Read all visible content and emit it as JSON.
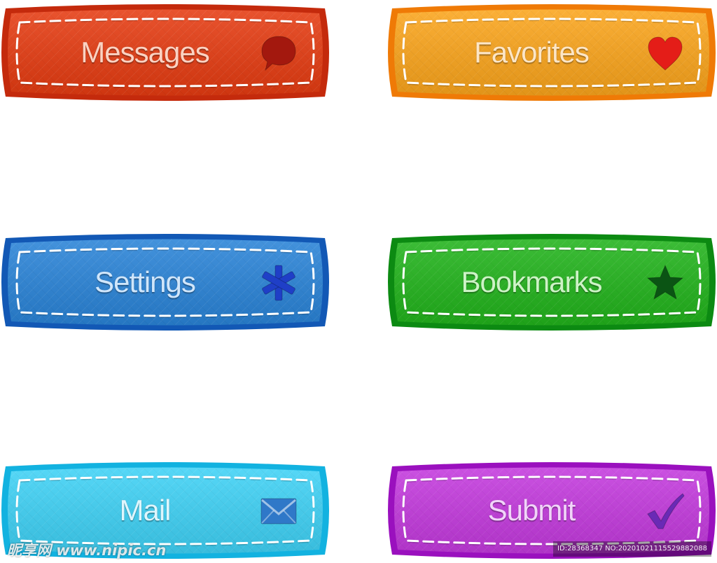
{
  "buttons": [
    {
      "label": "Messages",
      "icon": "speech-bubble-icon",
      "outer": "#c42a0c",
      "inner": "#e63c12",
      "text": "#fbd2c2",
      "iconColor": "#a3180e"
    },
    {
      "label": "Favorites",
      "icon": "heart-icon",
      "outer": "#ef7a06",
      "inner": "#fba51c",
      "text": "#fde6c6",
      "iconColor": "#e41d18"
    },
    {
      "label": "Settings",
      "icon": "asterisk-icon",
      "outer": "#1258b5",
      "inner": "#2a84d8",
      "text": "#d0e6fb",
      "iconColor": "#1f3fc7"
    },
    {
      "label": "Bookmarks",
      "icon": "star-icon",
      "outer": "#0c8a12",
      "inner": "#22b41c",
      "text": "#cdf3c6",
      "iconColor": "#0b5414"
    },
    {
      "label": "Mail",
      "icon": "envelope-icon",
      "outer": "#12b2e0",
      "inner": "#3fd2f6",
      "text": "#def6fd",
      "iconColor": "#2f78c8"
    },
    {
      "label": "Submit",
      "icon": "checkmark-icon",
      "outer": "#9a10be",
      "inner": "#c43ade",
      "text": "#f1d4f9",
      "iconColor": "#6a2ab5"
    }
  ],
  "watermark": "昵享网 www.nipic.cn",
  "image_id": "ID:28368347 NO:20201021115529882088"
}
